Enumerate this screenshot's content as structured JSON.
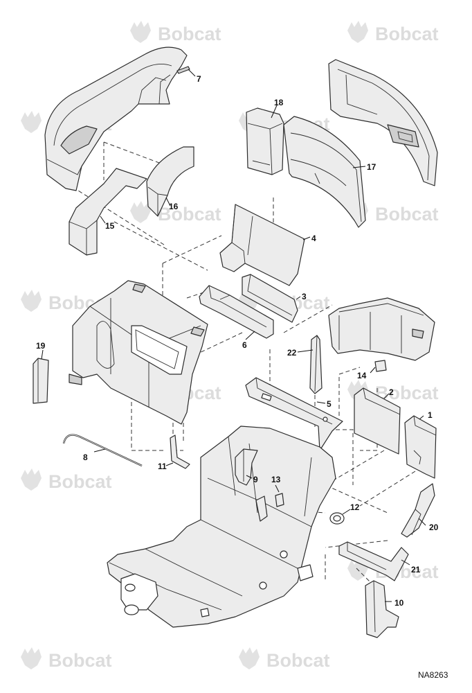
{
  "watermark": {
    "text": "Bobcat",
    "icon": "bobcat-head-icon",
    "color": "#dcdcdc"
  },
  "reference_code": "NA8263",
  "callouts": {
    "c1": "1",
    "c2": "2",
    "c3": "3",
    "c4": "4",
    "c5": "5",
    "c6": "6",
    "c7": "7",
    "c8": "8",
    "c9": "9",
    "c10": "10",
    "c11": "11",
    "c12": "12",
    "c13": "13",
    "c14": "14",
    "c15": "15",
    "c16": "16",
    "c17": "17",
    "c18": "18",
    "c19": "19",
    "c20": "20",
    "c21": "21",
    "c22": "22"
  }
}
